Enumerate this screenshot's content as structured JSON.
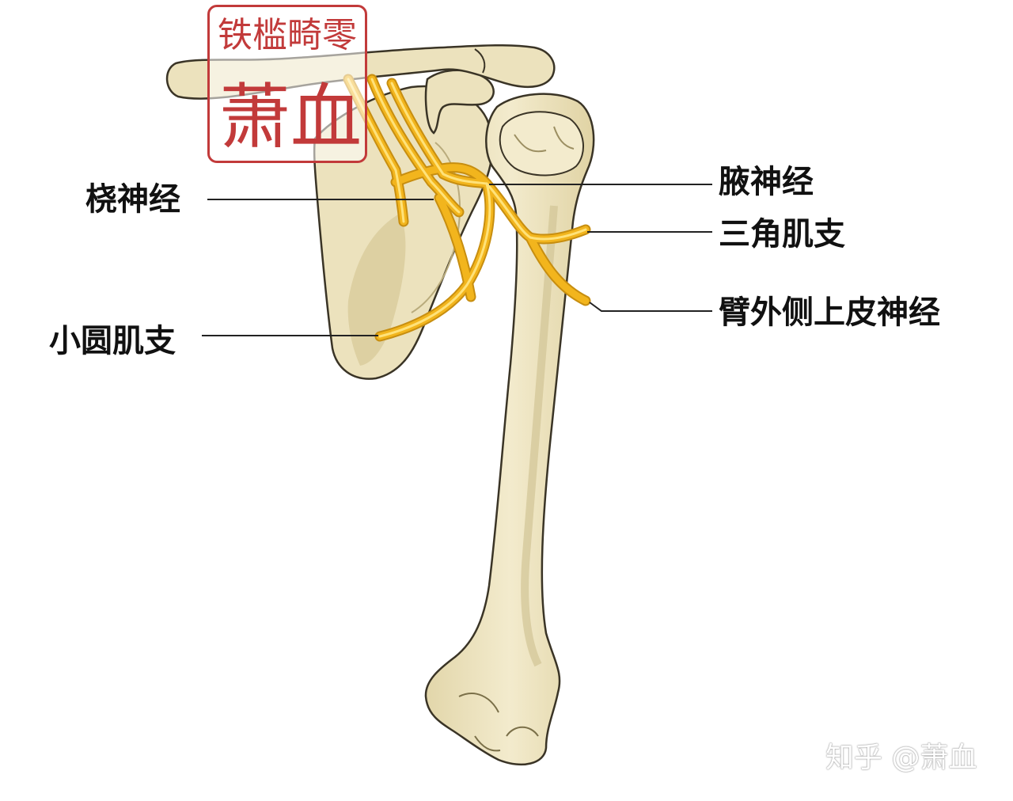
{
  "labels": {
    "radial_nerve": "桡神经",
    "axillary_nerve": "腋神经",
    "deltoid_branch": "三角肌支",
    "teres_minor_branch": "小圆肌支",
    "lateral_brachial_cutaneous": "臂外侧上皮神经"
  },
  "seal": {
    "line1": "铁槛畸零",
    "line2": "萧血"
  },
  "watermark": "知乎 @萧血",
  "colors": {
    "bone_fill": "#efe6c4",
    "bone_shadow": "#d9cda0",
    "bone_outline": "#3a3426",
    "nerve": "#f2b51d",
    "nerve_highlight": "#ffe27a",
    "leader_line": "#222222",
    "seal_red": "#c23a3a"
  }
}
